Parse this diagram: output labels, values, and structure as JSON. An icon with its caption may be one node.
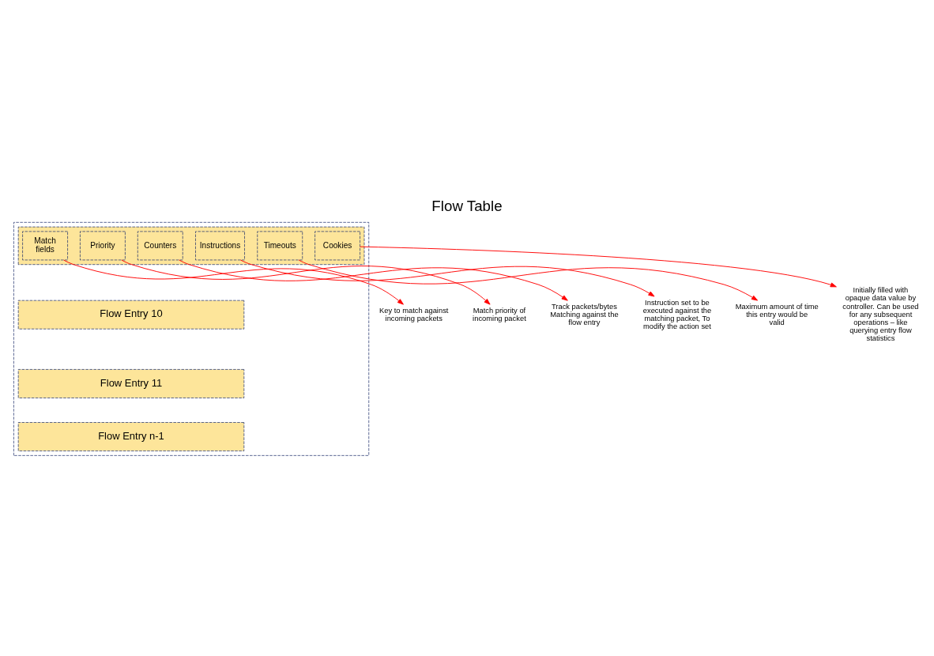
{
  "diagram": {
    "title": "Flow Table",
    "nodes": [
      {
        "text": [],
        "shape": "box"
      },
      {
        "text": [],
        "shape": "box",
        "in": 0
      },
      {
        "text": [
          "Match fields"
        ],
        "in": 1
      },
      {
        "text": [
          "Priority"
        ],
        "in": 1
      },
      {
        "text": [
          "Counters"
        ],
        "in": 1
      },
      {
        "text": [
          "Instructions"
        ],
        "in": 1
      },
      {
        "text": [
          "Timeouts"
        ],
        "in": 1
      },
      {
        "text": [
          "Cookies"
        ],
        "in": 1
      },
      {
        "text": [
          "Flow Entry 10"
        ],
        "in": 0
      },
      {
        "text": [
          "Flow Entry 11"
        ],
        "in": 0
      },
      {
        "text": [
          "Flow Entry n-1"
        ],
        "in": 0
      },
      {
        "text": [
          "Key to match against incoming packets"
        ]
      },
      {
        "text": [
          "Match priority of incoming packet"
        ]
      },
      {
        "text": [
          "Track packets/bytes Matching against the flow entry"
        ]
      },
      {
        "text": [
          "Instruction set to be executed against the matching packet, To modify the action set"
        ]
      },
      {
        "text": [
          "Maximum amount of time this entry would be valid"
        ]
      },
      {
        "text": [
          "Initially filled with opaque data value by controller. Can be used for any subsequent operations – like querying entry flow statistics"
        ]
      }
    ],
    "edges": [
      {
        "from": 2,
        "to": 11,
        "arrow": "to"
      },
      {
        "from": 3,
        "to": 12,
        "arrow": "to"
      },
      {
        "from": 4,
        "to": 13,
        "arrow": "to"
      },
      {
        "from": 5,
        "to": 14,
        "arrow": "to"
      },
      {
        "from": 6,
        "to": 15,
        "arrow": "to"
      },
      {
        "from": 7,
        "to": 16,
        "arrow": "to"
      }
    ]
  }
}
